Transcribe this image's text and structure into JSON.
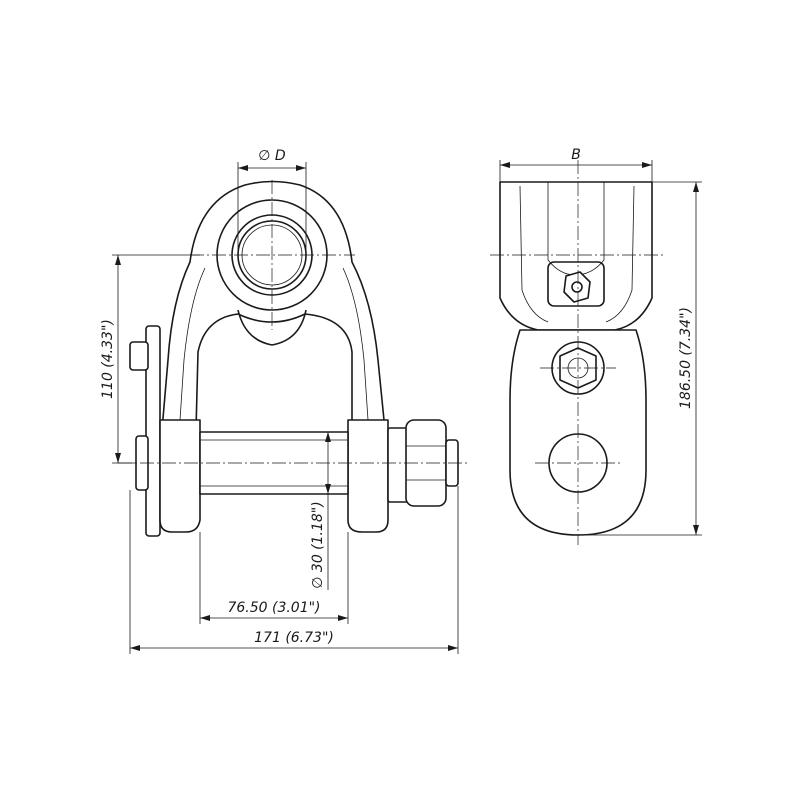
{
  "dimensions": {
    "bore_diameter": "∅ D",
    "side_width": "B",
    "inner_height": "110 (4.33\")",
    "pin_diameter": "∅ 30 (1.18\")",
    "inner_width": "76.50 (3.01\")",
    "overall_width": "171 (6.73\")",
    "overall_height": "186.50 (7.34\")"
  },
  "colors": {
    "line": "#1a1a1a",
    "background": "#ffffff"
  }
}
